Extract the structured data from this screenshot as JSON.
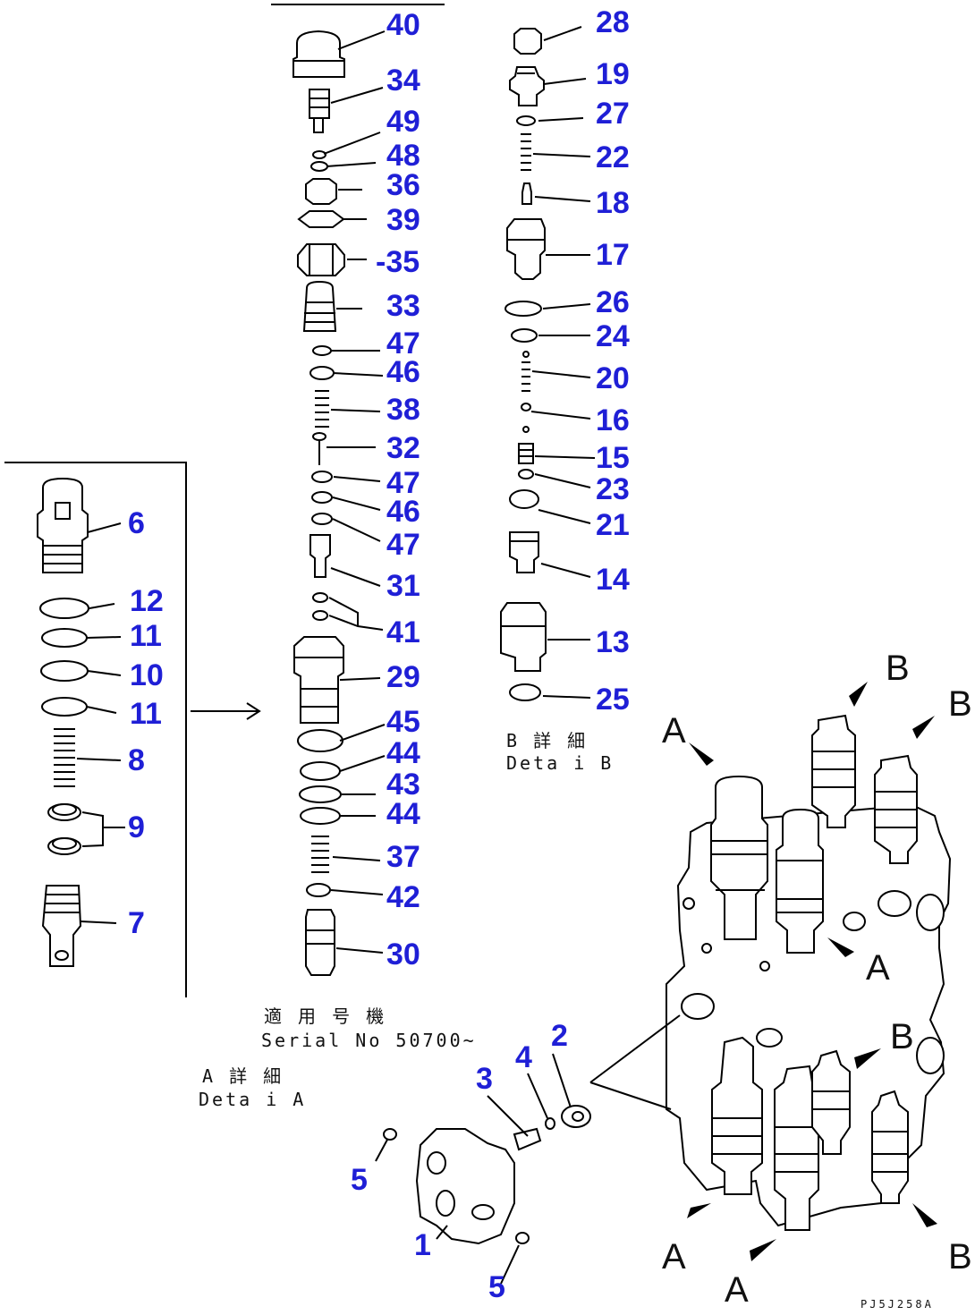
{
  "labels": {
    "p40": "40",
    "p34": "34",
    "p49": "49",
    "p48": "48",
    "p36": "36",
    "p39": "39",
    "p35": "-35",
    "p33": "33",
    "p47a": "47",
    "p46a": "46",
    "p38": "38",
    "p32": "32",
    "p47b": "47",
    "p46b": "46",
    "p47c": "47",
    "p31": "31",
    "p41": "41",
    "p29": "29",
    "p45": "45",
    "p44a": "44",
    "p43": "43",
    "p44b": "44",
    "p37": "37",
    "p42": "42",
    "p30": "30",
    "p28": "28",
    "p19": "19",
    "p27": "27",
    "p22": "22",
    "p18": "18",
    "p17": "17",
    "p26": "26",
    "p24": "24",
    "p20": "20",
    "p16": "16",
    "p15": "15",
    "p23": "23",
    "p21": "21",
    "p14": "14",
    "p13": "13",
    "p25": "25",
    "p6": "6",
    "p12": "12",
    "p11a": "11",
    "p10": "10",
    "p11b": "11",
    "p8": "8",
    "p9": "9",
    "p7": "7",
    "p1": "1",
    "p2": "2",
    "p3": "3",
    "p4": "4",
    "p5a": "5",
    "p5b": "5"
  },
  "notes": {
    "detail_b_jp": "B 詳 細",
    "detail_b_en": "Deta i B",
    "serial_jp": "適 用 号 機",
    "serial_en": "Serial No 50700~",
    "detail_a_jp": "A 詳 細",
    "detail_a_en": "Deta i A"
  },
  "view_letters": {
    "a1": "A",
    "b1": "B",
    "b2": "B",
    "a2": "A",
    "b3": "B",
    "a3": "A",
    "b4": "B",
    "a4": "A"
  },
  "drawing_code": "PJ5J258A"
}
